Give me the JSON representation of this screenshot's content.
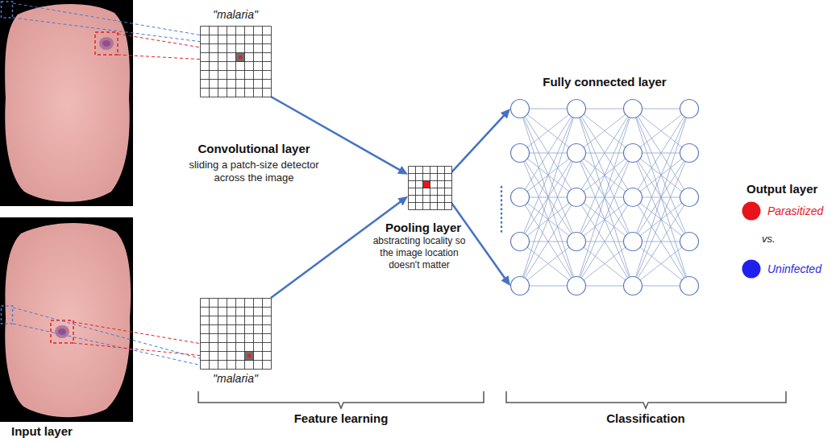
{
  "diagram": {
    "nodes": [
      {
        "text": [
          "\"malaria\""
        ]
      },
      {
        "text": [
          "\"malaria\""
        ]
      },
      {
        "text": [
          "Pooling layer",
          "abstracting locality so the image location doesn't matter"
        ]
      },
      {
        "text": [
          "Fully connected layer"
        ]
      },
      {
        "text": [
          "Parasitized"
        ]
      },
      {
        "text": [
          "Uninfected"
        ]
      }
    ],
    "edges": [
      {
        "from": 0,
        "to": 2,
        "arrow": "to"
      },
      {
        "from": 1,
        "to": 2,
        "arrow": "to"
      },
      {
        "from": 2,
        "to": 3,
        "arrow": "to"
      },
      {
        "from": 2,
        "to": 3,
        "arrow": "to"
      }
    ],
    "labels": [
      "Convolutional layer",
      "sliding a patch-size detector across the image",
      "Output layer",
      "vs.",
      "Input layer",
      "Feature learning",
      "Classification"
    ]
  }
}
